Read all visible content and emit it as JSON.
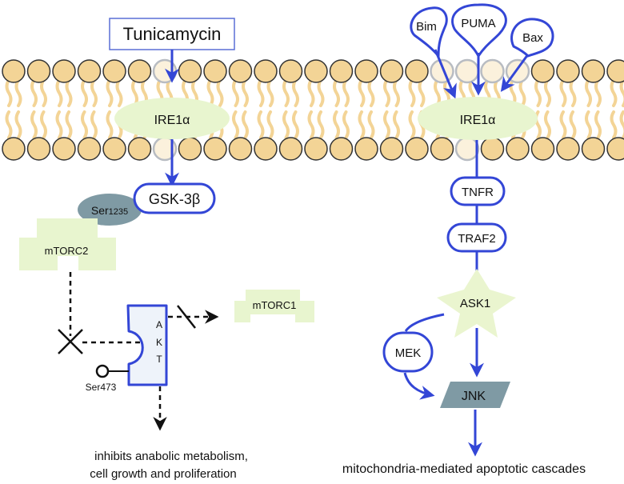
{
  "labels": {
    "tunicamycin": "Tunicamycin",
    "ire1_left": "IRE1α",
    "ire1_right": "IRE1α",
    "gsk3b": "GSK-3β",
    "ser1235_main": "Ser",
    "ser1235_num": "1235",
    "mtorc2": "mTORC2",
    "mtorc1": "mTORC1",
    "akt_a": "A",
    "akt_k": "K",
    "akt_t": "T",
    "ser473": "Ser473",
    "inhibits_line1": "inhibits anabolic metabolism,",
    "inhibits_line2": "cell growth and proliferation",
    "bim": "Bim",
    "puma": "PUMA",
    "bax": "Bax",
    "tnfr": "TNFR",
    "traf2": "TRAF2",
    "ask1": "ASK1",
    "mek": "MEK",
    "jnk": "JNK",
    "apoptotic": "mitochondria-mediated apoptotic cascades"
  },
  "colors": {
    "arrow_blue": "#3346d6",
    "lipid_fill": "#f3d496",
    "lipid_stroke": "#333333",
    "protein_green": "#e8f5cf",
    "ser_gray": "#7f9aa4",
    "jnk_gray": "#7f9aa4"
  }
}
